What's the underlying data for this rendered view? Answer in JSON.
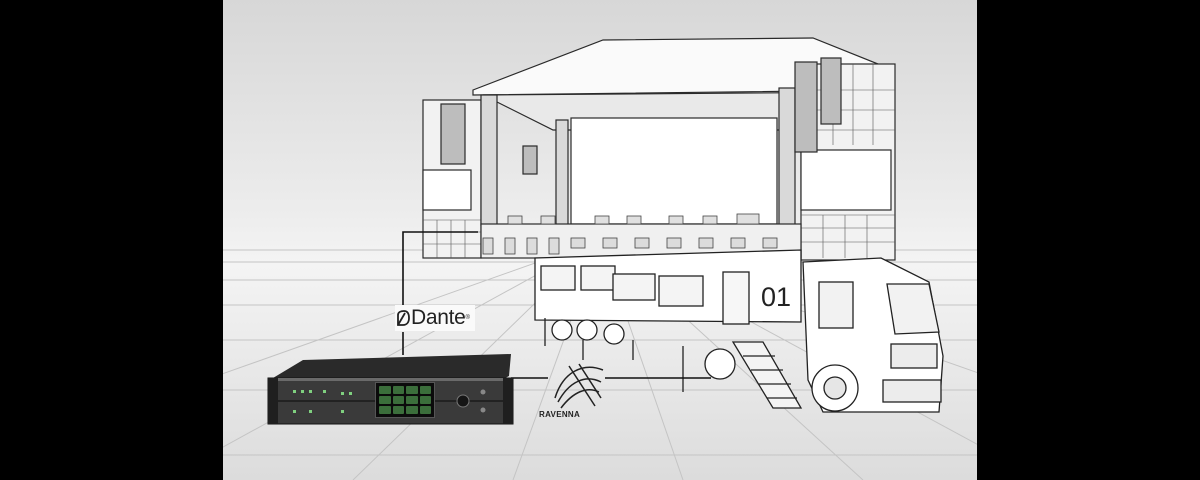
{
  "labels": {
    "dante": "Dante",
    "dante_mark": "®",
    "ravenna": "RAVENNA",
    "truck_number": "01"
  },
  "icons": {
    "dante": "dante-logo-icon",
    "ravenna": "ravenna-logo-icon",
    "device": "rack-audio-interface-icon",
    "stage": "concert-stage-icon",
    "truck": "ob-truck-icon"
  },
  "colors": {
    "background": "#000000",
    "canvas": "#eeeeee",
    "line": "#1a1a1a",
    "device_accent": "#3b6e3b"
  }
}
